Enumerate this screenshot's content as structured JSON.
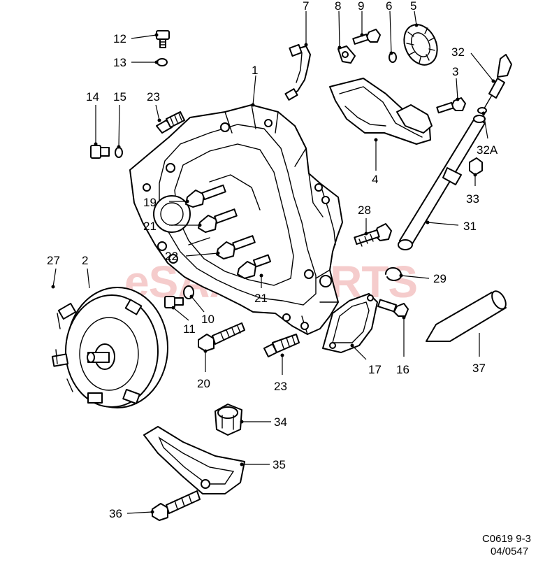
{
  "diagram": {
    "watermark": "eSAABPARTS",
    "callouts": [
      "1",
      "2",
      "3",
      "4",
      "5",
      "6",
      "7",
      "8",
      "9",
      "10",
      "11",
      "12",
      "13",
      "14",
      "15",
      "16",
      "17",
      "19",
      "20",
      "21",
      "21",
      "22",
      "23",
      "23",
      "27",
      "28",
      "29",
      "31",
      "32",
      "32A",
      "33",
      "34",
      "35",
      "36",
      "37"
    ],
    "footer": {
      "ref": "C0619 9-3",
      "date": "04/0547"
    }
  }
}
